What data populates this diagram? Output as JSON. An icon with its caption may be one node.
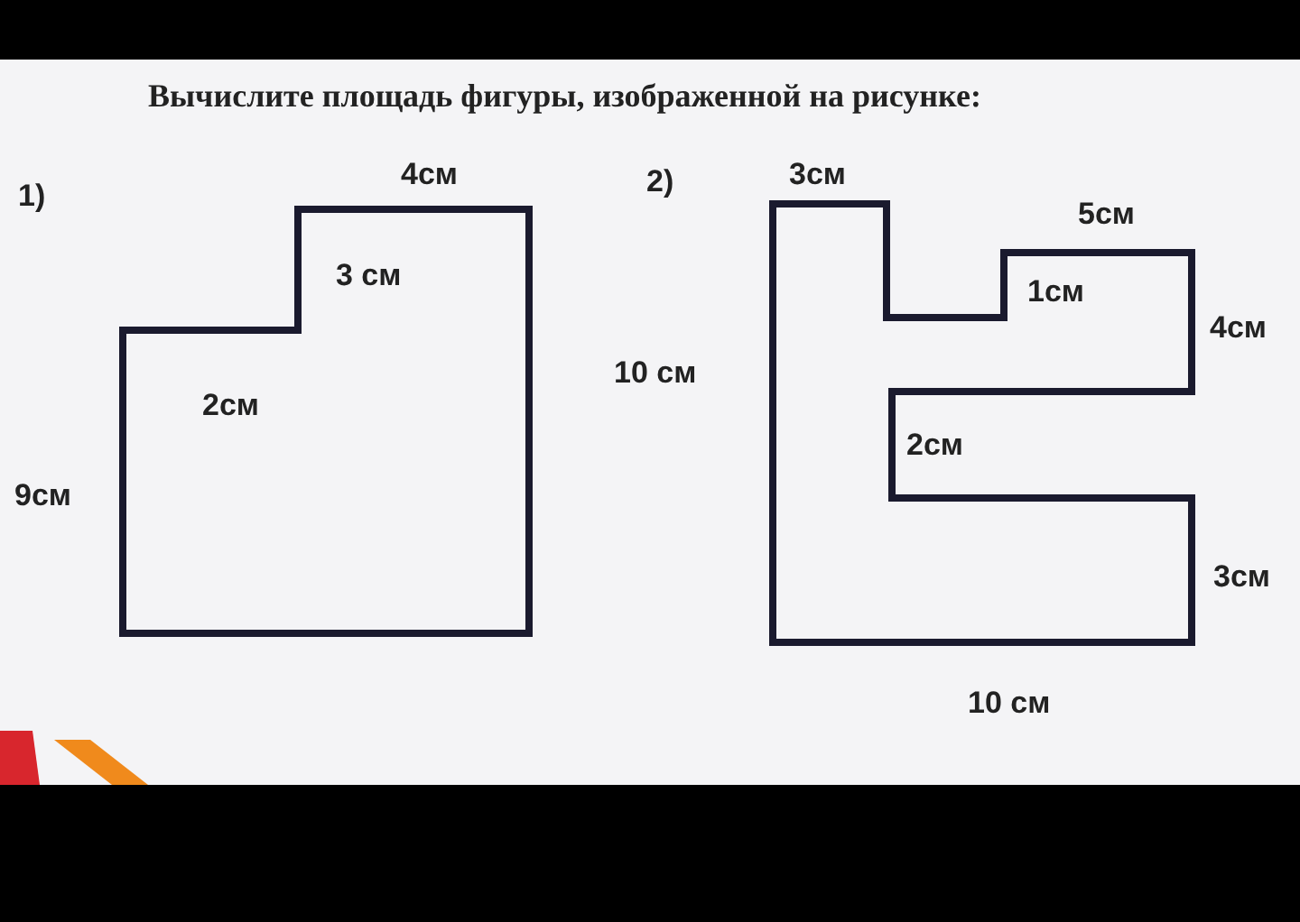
{
  "diagram": {
    "title": "Вычислите площадь фигуры, изображенной на рисунке:",
    "labels": [
      "1)",
      "4см",
      "3 см",
      "2см",
      "9см",
      "2)",
      "3см",
      "5см",
      "1см",
      "4см",
      "10 см",
      "2см",
      "3см",
      "10 см"
    ]
  }
}
